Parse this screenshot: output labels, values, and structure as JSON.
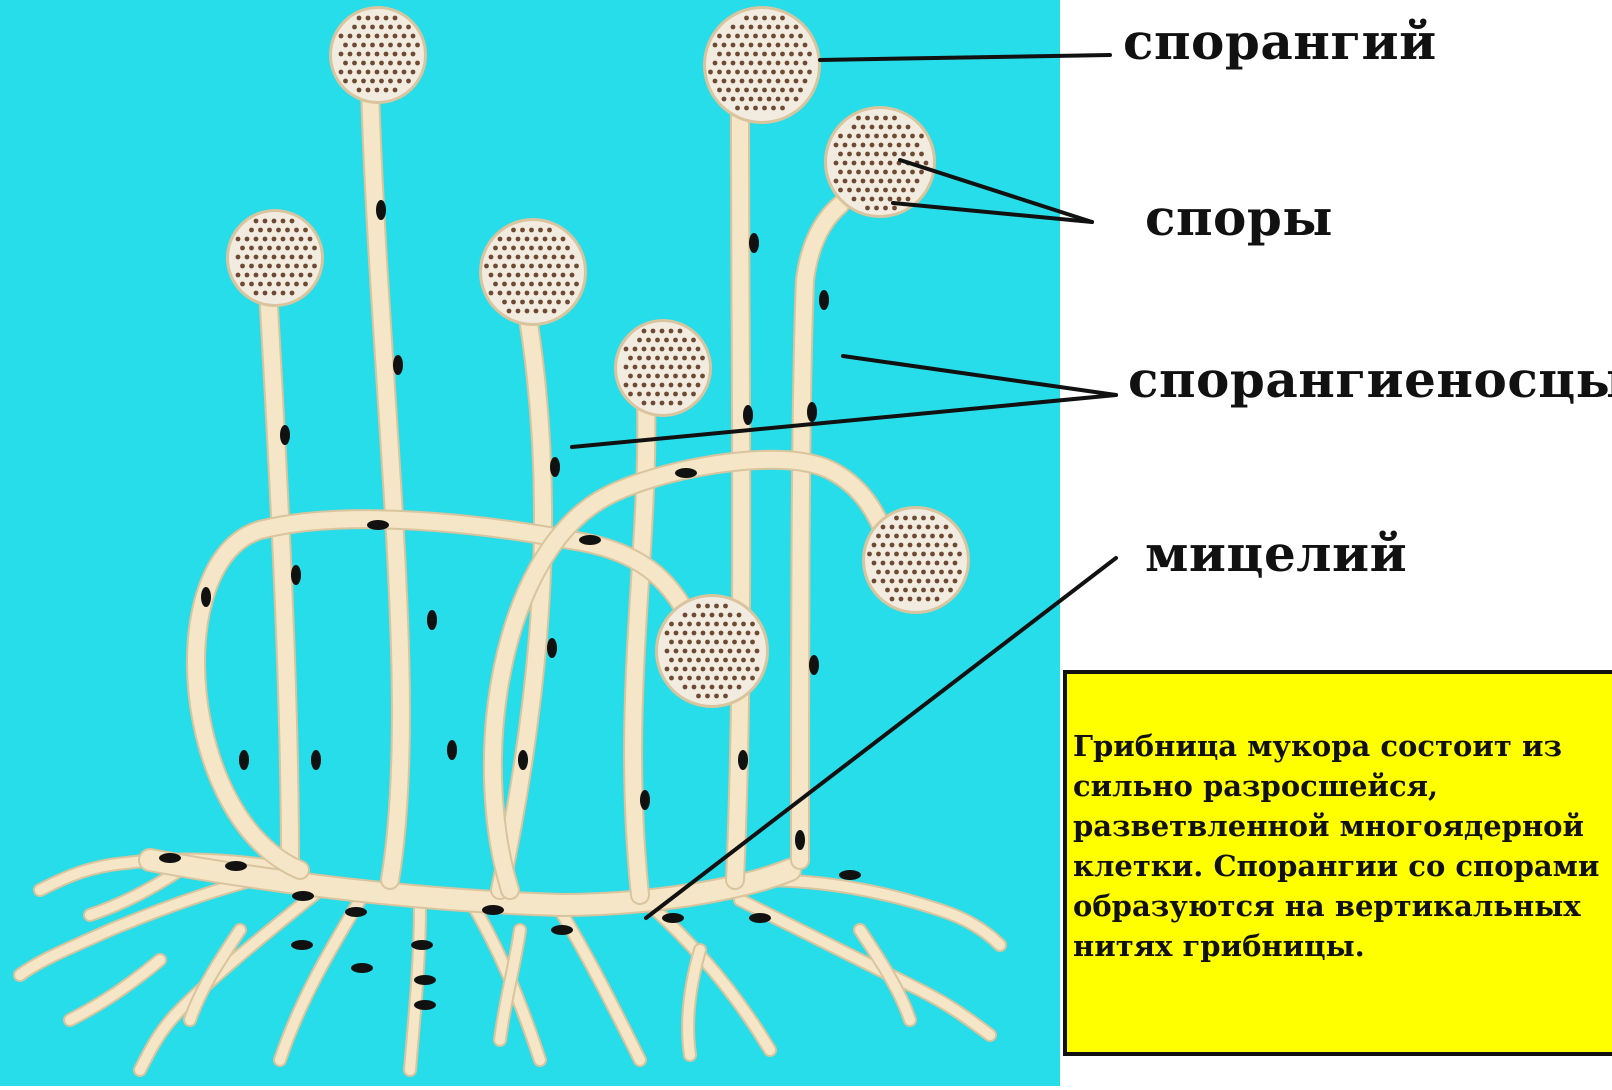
{
  "colors": {
    "background_panel": "#27dde9",
    "hypha": "#f4e6c6",
    "hypha_edge": "#d9c49d",
    "sporangium_fill": "#f1ebe0",
    "spore_dot": "#6f4a32",
    "nucleus": "#111111",
    "info_box": "#ffff00",
    "leader_line": "#111111"
  },
  "labels": {
    "sporangium": "спорангий",
    "spores": "споры",
    "sporangiophores": "спорангиеносцы",
    "mycelium": "мицелий"
  },
  "info_box": {
    "text": "Грибница мукора состоит из\nсильно разросшейся,\nразветвленной многоядерной\nклетки. Спорангии со спорами\nобразуются на вертикальных\nнитях грибницы."
  }
}
